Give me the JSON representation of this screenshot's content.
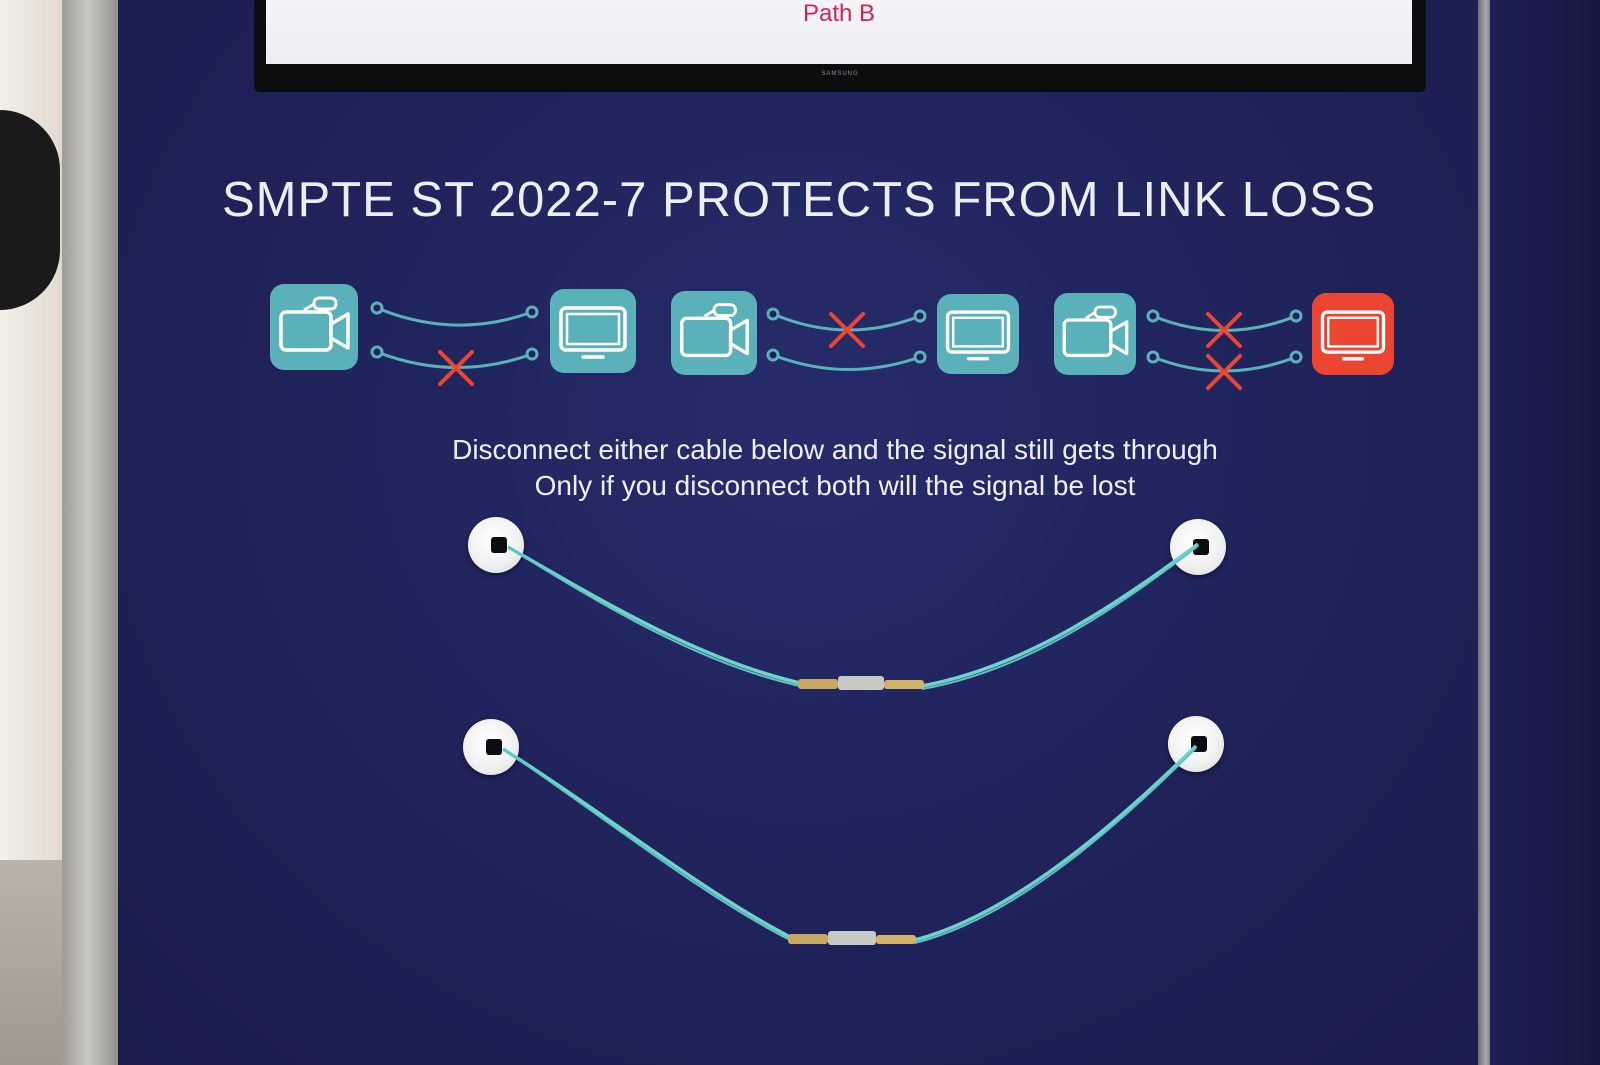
{
  "display": {
    "screen_text": "Path B",
    "brand": "SAMSUNG"
  },
  "panel": {
    "headline": "SMPTE ST 2022-7 PROTECTS FROM LINK LOSS",
    "caption_line_1": "Disconnect either cable below and the signal still gets through",
    "caption_line_2": "Only if you disconnect both will the signal be lost"
  },
  "diagrams": [
    {
      "source_icon": "video-camera-icon",
      "links_broken": 1,
      "display_icon": "monitor-icon",
      "display_state": "ok"
    },
    {
      "source_icon": "video-camera-icon",
      "links_broken": 1,
      "display_icon": "monitor-icon",
      "display_state": "ok"
    },
    {
      "source_icon": "video-camera-icon",
      "links_broken": 2,
      "display_icon": "monitor-icon",
      "display_state": "lost"
    }
  ],
  "colors": {
    "panel": "#1f2359",
    "tile": "#5ab1ba",
    "alert": "#ec4532",
    "cable": "#6fd2cc",
    "screen_text": "#d0245a"
  }
}
